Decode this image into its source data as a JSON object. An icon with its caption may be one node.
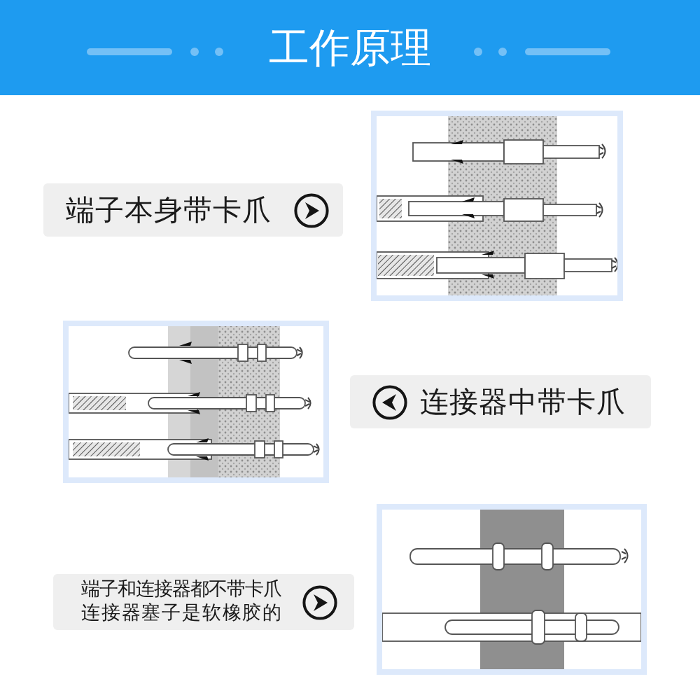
{
  "diagram": {
    "title": "工作原理",
    "nodes": [
      {
        "text": [
          "端子本身带卡爪"
        ]
      },
      {
        "text": [
          "连接器中带卡爪"
        ]
      },
      {
        "text": [
          "端子和连接器都不带卡爪",
          "连接器塞子是软橡胶的"
        ]
      }
    ]
  }
}
